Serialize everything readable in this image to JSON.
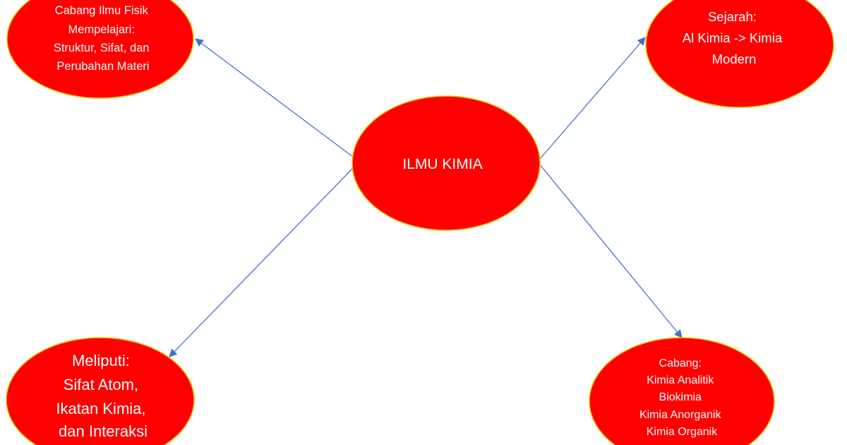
{
  "diagram": {
    "center": {
      "label": "ILMU KIMIA"
    },
    "nodes": {
      "definition": {
        "lines": [
          "Cabang Ilmu Fisik",
          "Mempelajari:",
          "Struktur, Sifat, dan",
          "Perubahan Materi"
        ]
      },
      "history": {
        "lines": [
          "Sejarah:",
          "Al Kimia -> Kimia",
          "Modern"
        ]
      },
      "scope": {
        "lines": [
          "Meliputi:",
          "Sifat Atom,",
          "Ikatan Kimia,",
          "dan Interaksi"
        ]
      },
      "branches": {
        "lines": [
          "Cabang:",
          "Kimia Analitik",
          "Biokimia",
          "Kimia Anorganik",
          "Kimia Organik"
        ]
      }
    },
    "colors": {
      "node_fill": "#ff0000",
      "node_stroke": "#f2c200",
      "arrow": "#4472c4",
      "text": "#ffffff"
    }
  }
}
